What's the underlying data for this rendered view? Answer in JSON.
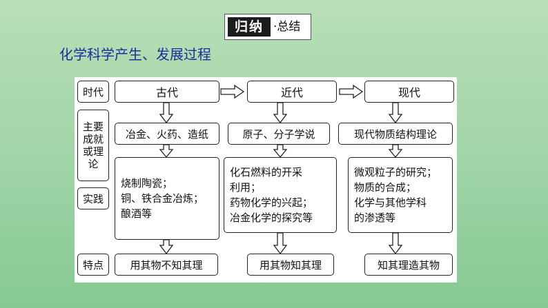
{
  "badge": {
    "dark": "归纳",
    "light": "·总结"
  },
  "heading": "化学科学产生、发展过程",
  "row_labels": {
    "era": "时代",
    "achievements": [
      "主要",
      "成就",
      "或理",
      "论"
    ],
    "practice": "实践",
    "features": "特点"
  },
  "eras": [
    {
      "name": "古代",
      "achievement": "冶金、火药、造纸",
      "practice": [
        "烧制陶瓷；",
        "铜、铁合金冶炼；",
        "酿酒等"
      ],
      "feature": "用其物不知其理"
    },
    {
      "name": "近代",
      "achievement": "原子、分子学说",
      "practice": [
        "化石燃料的开采",
        "利用；",
        "药物化学的兴起；",
        "冶金化学的探究等"
      ],
      "feature": "用其物知其理"
    },
    {
      "name": "现代",
      "achievement": "现代物质结构理论",
      "practice": [
        "微观粒子的研究；",
        "物质的合成；",
        "化学与其他学科",
        "的渗透等"
      ],
      "feature": "知其理造其物"
    }
  ]
}
